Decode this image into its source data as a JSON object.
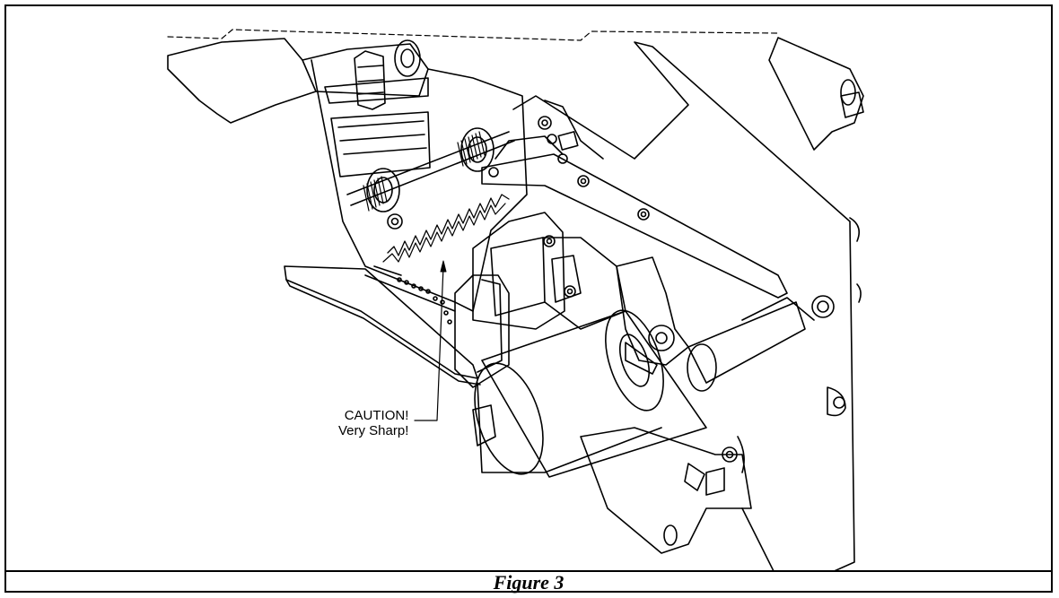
{
  "figure": {
    "caption": "Figure 3",
    "callout": {
      "line1": "CAUTION!",
      "line2": "Very Sharp!"
    }
  },
  "colors": {
    "line": "#000000",
    "background": "#ffffff"
  }
}
